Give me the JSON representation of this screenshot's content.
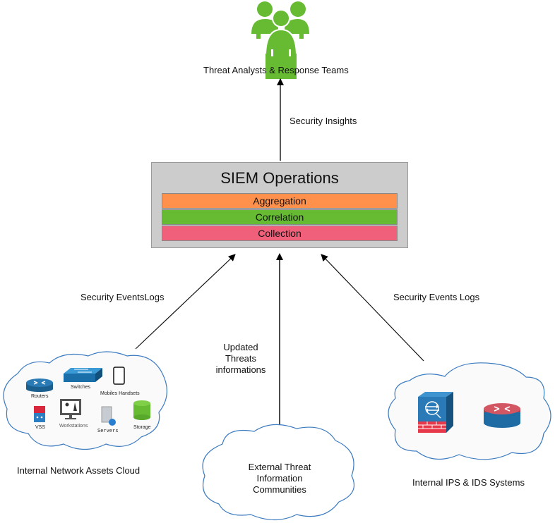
{
  "top_node": {
    "label": "Threat Analysts & Response Teams",
    "icon": "team-users-icon",
    "color": "#66bb33"
  },
  "edges": {
    "insights": "Security Insights",
    "left": "Security EventsLogs",
    "right": "Security Events Logs",
    "middle": [
      "Updated",
      "Threats",
      "informations"
    ]
  },
  "siem": {
    "title": "SIEM Operations",
    "layers": [
      {
        "label": "Aggregation",
        "color": "#ff914d"
      },
      {
        "label": "Correlation",
        "color": "#66bb33"
      },
      {
        "label": "Collection",
        "color": "#f0607a"
      }
    ]
  },
  "clouds": {
    "left": {
      "label": "Internal Network Assets Cloud",
      "assets": {
        "routers": "Routers",
        "switches": "Switches",
        "mobiles": "Mobiles Handsets",
        "vss": "VSS",
        "workstations": "Workstations",
        "servers": "Servers",
        "storage": "Storage"
      }
    },
    "middle": {
      "label": [
        "External Threat",
        "Information",
        "Communities"
      ]
    },
    "right": {
      "label": "Internal IPS & IDS Systems",
      "devices": [
        "ips-firewall-icon",
        "router-icon"
      ]
    }
  }
}
